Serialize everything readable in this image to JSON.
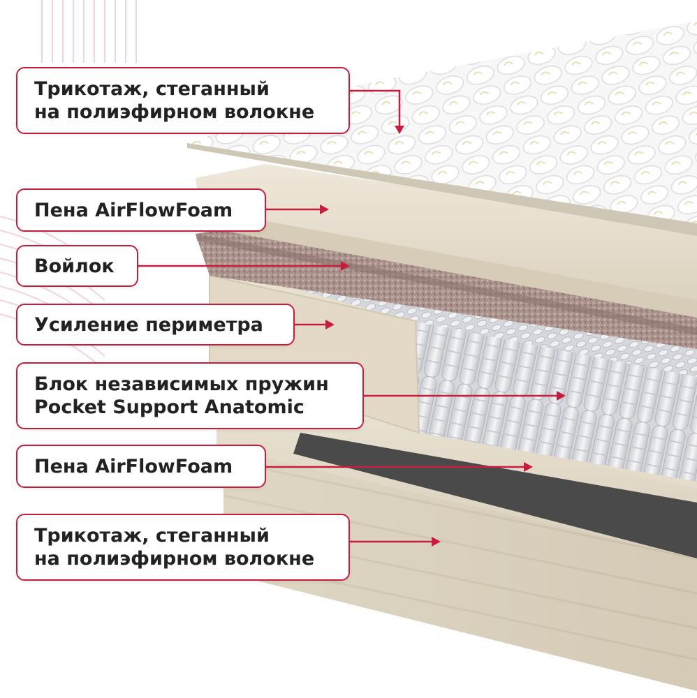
{
  "colors": {
    "accent": "#c61d3c",
    "text": "#222222",
    "foam": "#e5dccb",
    "felt": "#a8908a",
    "fabric": "#f4f4f4"
  },
  "labels": [
    {
      "lines": [
        "Трикотаж, стеганный",
        "на полиэфирном волокне"
      ]
    },
    {
      "lines": [
        "Пена AirFlowFoam"
      ]
    },
    {
      "lines": [
        "Войлок"
      ]
    },
    {
      "lines": [
        "Усиление периметра"
      ]
    },
    {
      "lines": [
        "Блок независимых пружин",
        "Pocket Support Anatomic"
      ]
    },
    {
      "lines": [
        "Пена AirFlowFoam"
      ]
    },
    {
      "lines": [
        "Трикотаж, стеганный",
        "на полиэфирном волокне"
      ]
    }
  ]
}
